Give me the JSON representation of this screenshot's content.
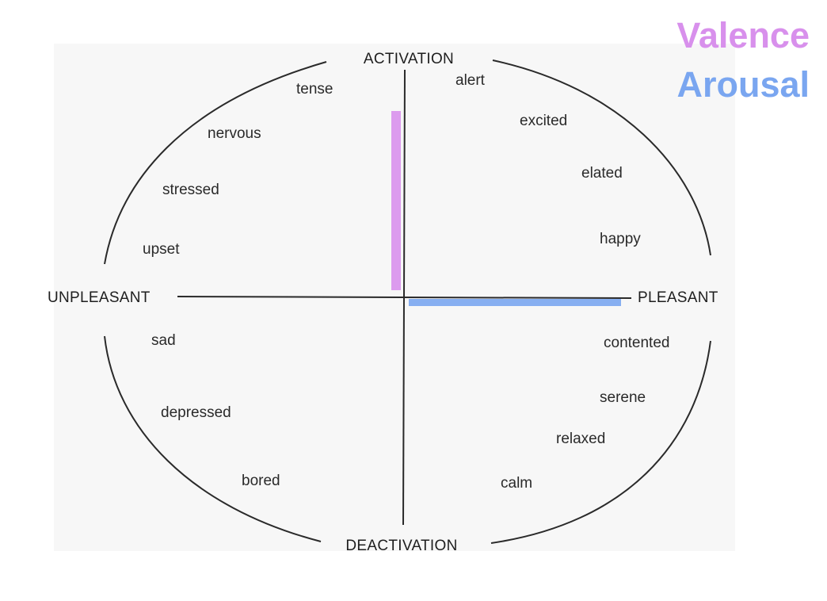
{
  "legend": {
    "valence": "Valence",
    "arousal": "Arousal",
    "valence_color": "#d890ec",
    "arousal_color": "#7aa6f0"
  },
  "axes": {
    "top": "ACTIVATION",
    "bottom": "DEACTIVATION",
    "left": "UNPLEASANT",
    "right": "PLEASANT"
  },
  "quadrants": {
    "activated_unpleasant": [
      "tense",
      "nervous",
      "stressed",
      "upset"
    ],
    "activated_pleasant": [
      "alert",
      "excited",
      "elated",
      "happy"
    ],
    "deactivated_unpleasant": [
      "sad",
      "depressed",
      "bored"
    ],
    "deactivated_pleasant": [
      "contented",
      "serene",
      "relaxed",
      "calm"
    ]
  }
}
